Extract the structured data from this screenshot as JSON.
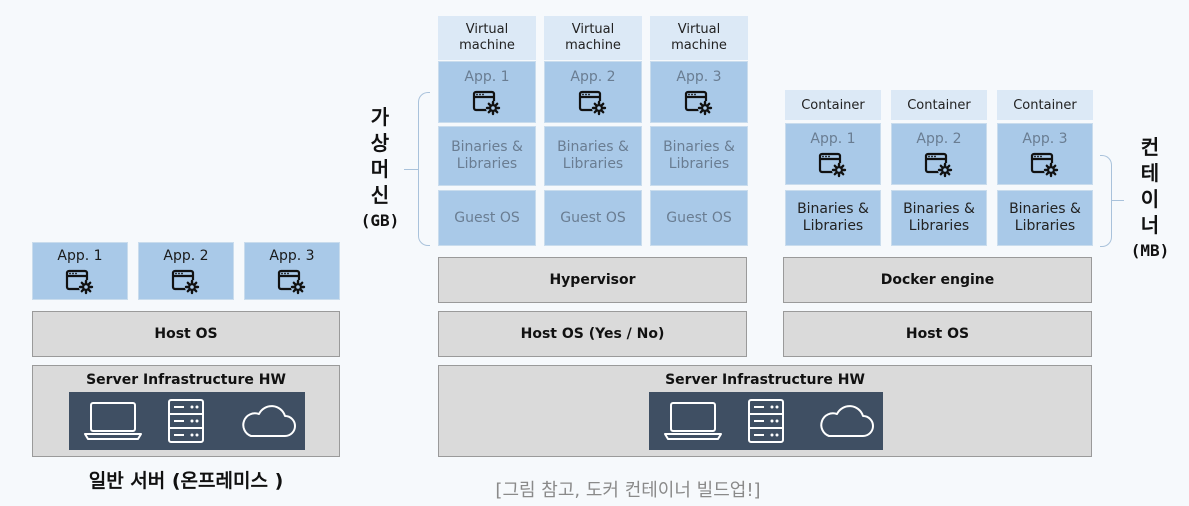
{
  "left": {
    "apps": [
      "App. 1",
      "App. 2",
      "App. 3"
    ],
    "host_os": "Host OS",
    "hw": "Server Infrastructure HW",
    "caption": "일반 서버 (온프레미스 )"
  },
  "vm": {
    "headers": [
      "Virtual machine",
      "Virtual machine",
      "Virtual machine"
    ],
    "apps": [
      "App. 1",
      "App. 2",
      "App. 3"
    ],
    "bins": "Binaries & Libraries",
    "guest": "Guest OS",
    "hypervisor": "Hypervisor",
    "host_os": "Host OS (Yes / No)",
    "hw": "Server Infrastructure HW",
    "side_chars": [
      "가",
      "상",
      "머",
      "신"
    ],
    "side_unit": "(GB)"
  },
  "ct": {
    "headers": [
      "Container",
      "Container",
      "Container"
    ],
    "apps": [
      "App. 1",
      "App. 2",
      "App. 3"
    ],
    "bins": "Binaries & Libraries",
    "engine": "Docker engine",
    "host_os": "Host OS",
    "side_chars": [
      "컨",
      "테",
      "이",
      "너"
    ],
    "side_unit": "(MB)"
  },
  "figure_caption": "[그림 참고, 도커 컨테이너 빌드업!]",
  "icons": [
    "app-window-gear-icon",
    "laptop-icon",
    "server-icon",
    "cloud-icon"
  ]
}
